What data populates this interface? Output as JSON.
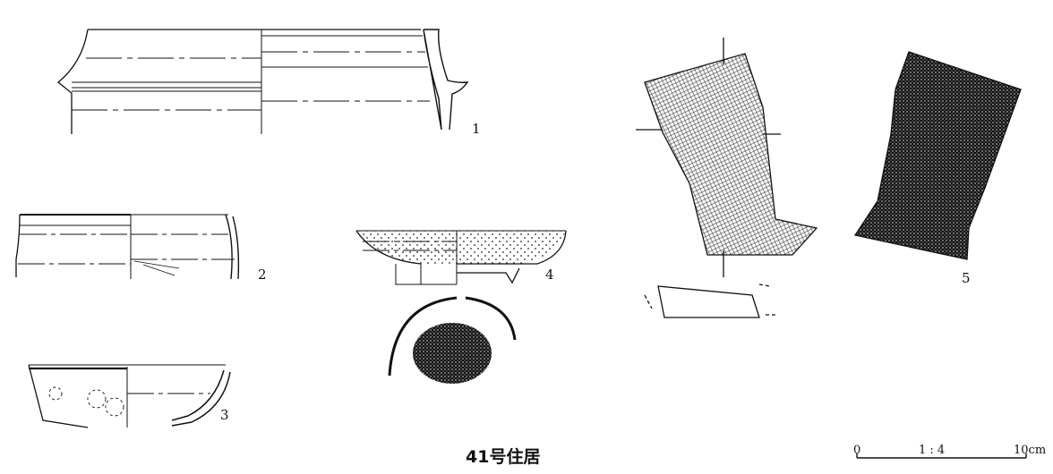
{
  "figure": {
    "caption": "41号住居",
    "labels": {
      "n1": "1",
      "n2": "2",
      "n3": "3",
      "n4": "4",
      "n5": "5"
    },
    "scale": {
      "start": "0",
      "ratio": "1 : 4",
      "end": "10cm"
    }
  },
  "colors": {
    "ink": "#111111",
    "background": "#ffffff",
    "texture": "#222222"
  }
}
